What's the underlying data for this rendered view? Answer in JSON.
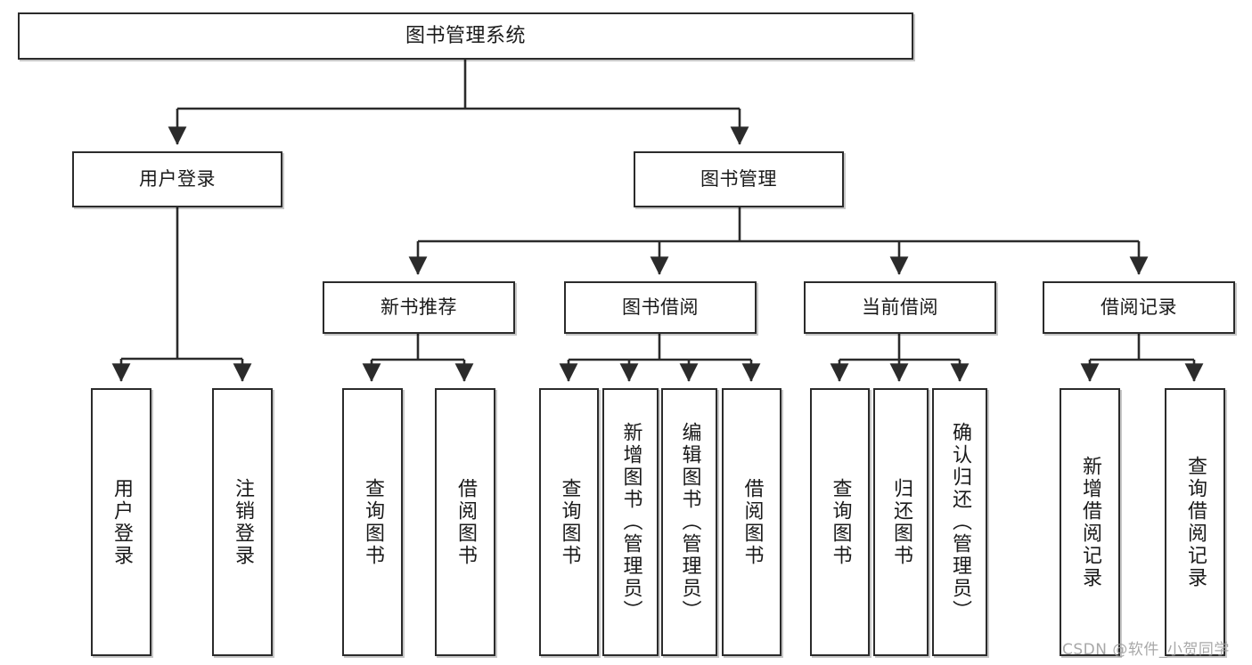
{
  "diagram": {
    "type": "tree-flowchart",
    "title": "图书管理系统",
    "watermark": "CSDN @软件_小贺同学",
    "colors": {
      "box_border": "#2b2b2b",
      "box_fill": "#ffffff",
      "connector": "#2b2b2b",
      "text": "#1a1a1a",
      "watermark": "#9a9a9a",
      "canvas": "#ffffff"
    },
    "nodes": {
      "root": {
        "label": "图书管理系统",
        "level": 0
      },
      "level1": [
        {
          "id": "user-login",
          "label": "用户登录"
        },
        {
          "id": "book-management",
          "label": "图书管理"
        }
      ],
      "level2": [
        {
          "id": "new-book-recommend",
          "label": "新书推荐",
          "parent": "book-management"
        },
        {
          "id": "book-borrow",
          "label": "图书借阅",
          "parent": "book-management"
        },
        {
          "id": "current-borrow",
          "label": "当前借阅",
          "parent": "book-management"
        },
        {
          "id": "borrow-record",
          "label": "借阅记录",
          "parent": "book-management"
        }
      ],
      "leaves": [
        {
          "id": "leaf-user-login",
          "label": "用户登录",
          "parent": "user-login"
        },
        {
          "id": "leaf-logout-login",
          "label": "注销登录",
          "parent": "user-login"
        },
        {
          "id": "leaf-query-book-1",
          "label": "查询图书",
          "parent": "new-book-recommend"
        },
        {
          "id": "leaf-borrow-book-1",
          "label": "借阅图书",
          "parent": "new-book-recommend"
        },
        {
          "id": "leaf-query-book-2",
          "label": "查询图书",
          "parent": "book-borrow"
        },
        {
          "id": "leaf-add-book",
          "label": "新增图书（管理员）",
          "parent": "book-borrow"
        },
        {
          "id": "leaf-edit-book",
          "label": "编辑图书（管理员）",
          "parent": "book-borrow"
        },
        {
          "id": "leaf-borrow-book-2",
          "label": "借阅图书",
          "parent": "book-borrow"
        },
        {
          "id": "leaf-query-book-3",
          "label": "查询图书",
          "parent": "current-borrow"
        },
        {
          "id": "leaf-return-book",
          "label": "归还图书",
          "parent": "current-borrow"
        },
        {
          "id": "leaf-confirm-return",
          "label": "确认归还（管理员）",
          "parent": "current-borrow"
        },
        {
          "id": "leaf-add-record",
          "label": "新增借阅记录",
          "parent": "borrow-record"
        },
        {
          "id": "leaf-query-record",
          "label": "查询借阅记录",
          "parent": "borrow-record"
        }
      ]
    }
  }
}
